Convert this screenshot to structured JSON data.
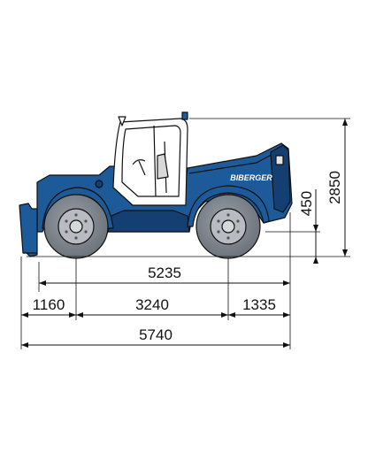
{
  "vehicle": {
    "brand_label": "BIBERGER",
    "body_color": "#1d5a99",
    "body_dark_color": "#143f72",
    "wheel_color": "#b8bcc2",
    "outline_color": "#111111"
  },
  "dimensions": {
    "wheelbase_span": "5235",
    "front_overhang": "1160",
    "wheelbase": "3240",
    "rear_overhang": "1335",
    "overall_length": "5740",
    "overall_height": "2850",
    "ground_clearance": "450"
  }
}
